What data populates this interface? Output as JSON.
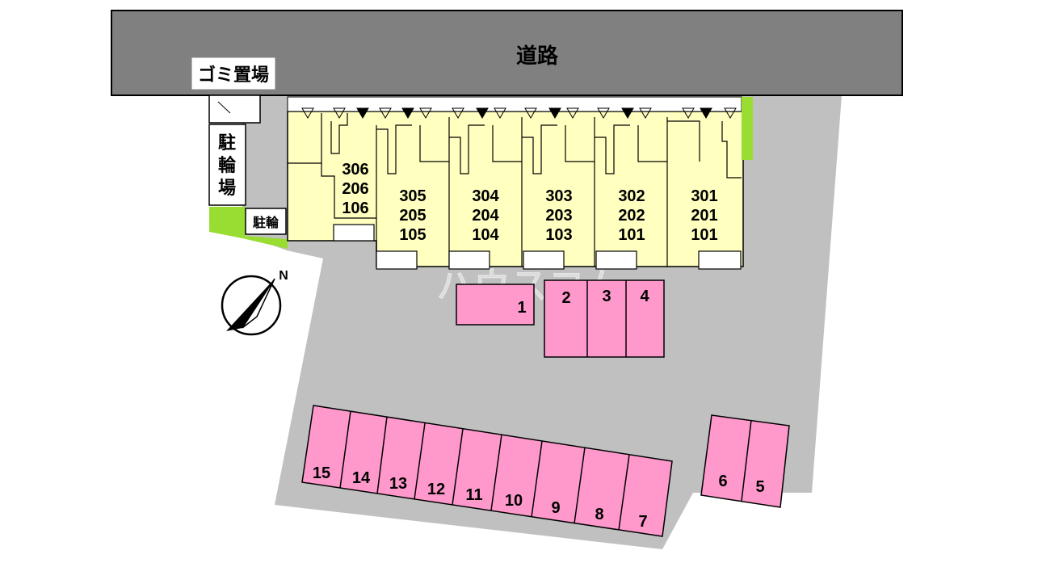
{
  "road": {
    "label": "道路"
  },
  "garbage": {
    "label": "ゴミ置場"
  },
  "bicycle_main": {
    "chars": [
      "駐",
      "輪",
      "場"
    ]
  },
  "bicycle_small": {
    "label": "駐輪"
  },
  "compass": {
    "north_label": "N"
  },
  "watermark": "ハウスコム",
  "units": [
    {
      "lines": [
        "306",
        "206",
        "106"
      ]
    },
    {
      "lines": [
        "305",
        "205",
        "105"
      ]
    },
    {
      "lines": [
        "304",
        "204",
        "104"
      ]
    },
    {
      "lines": [
        "303",
        "203",
        "103"
      ]
    },
    {
      "lines": [
        "302",
        "202",
        "101"
      ]
    },
    {
      "lines": [
        "301",
        "201",
        "101"
      ]
    }
  ],
  "parking": {
    "spaces": [
      "1",
      "2",
      "3",
      "4",
      "5",
      "6",
      "7",
      "8",
      "9",
      "10",
      "11",
      "12",
      "13",
      "14",
      "15"
    ]
  },
  "colors": {
    "road": "#808080",
    "lot": "#c0c0c0",
    "building": "#ffffc0",
    "parking": "#ff99cc",
    "green": "#99dd33"
  }
}
